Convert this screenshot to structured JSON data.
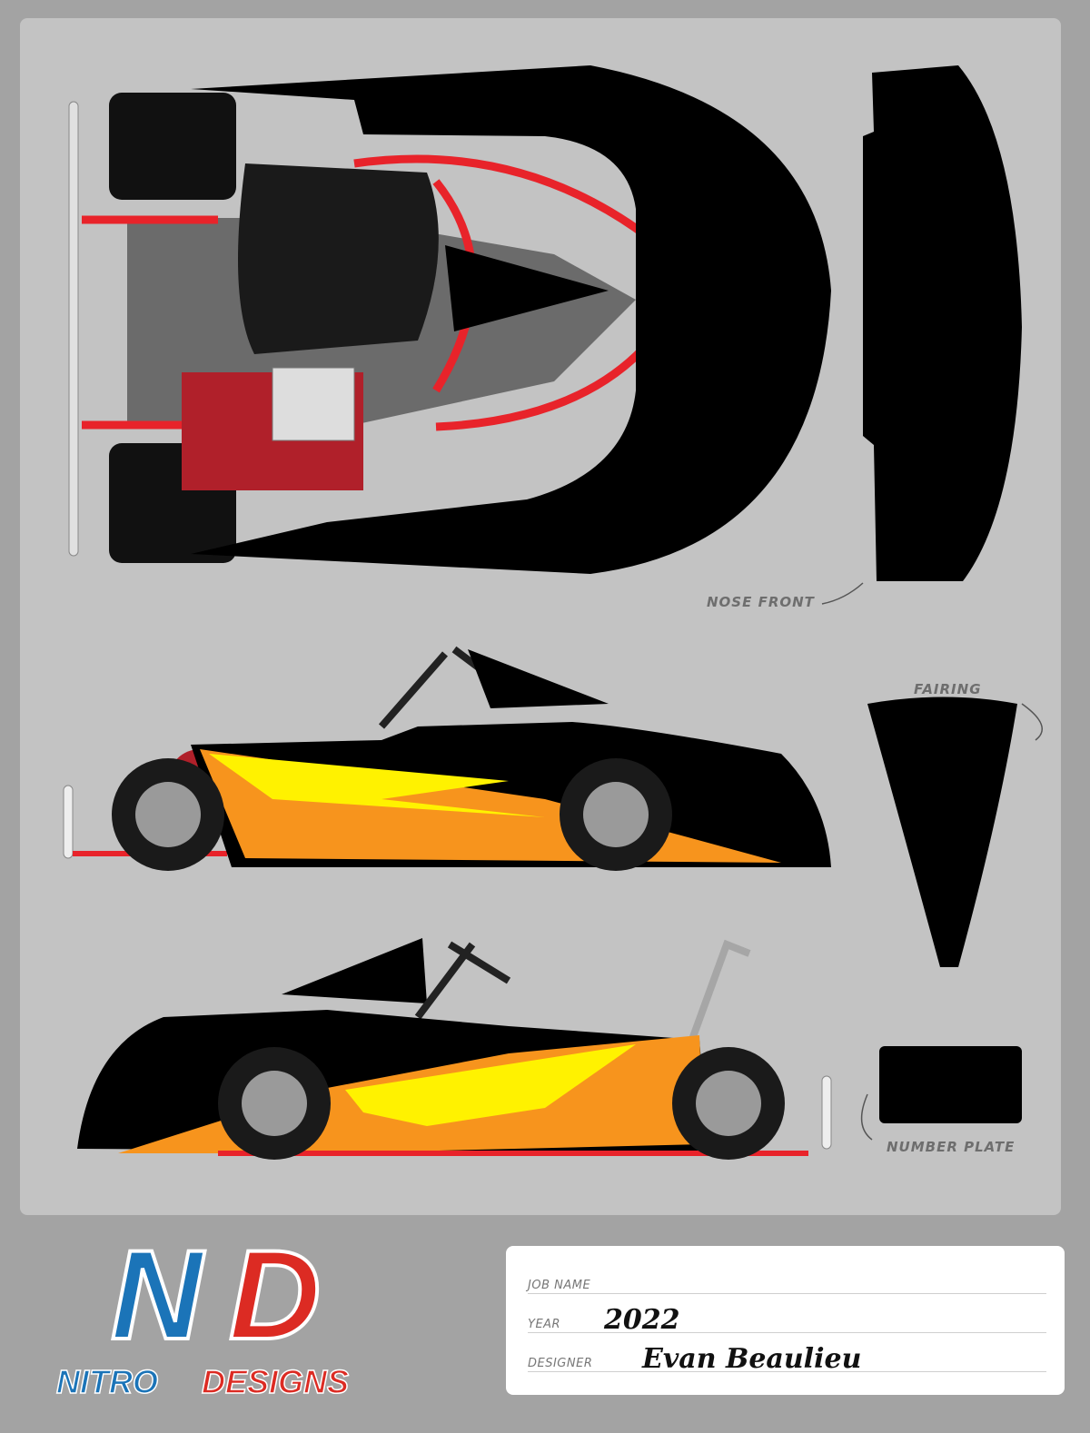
{
  "labels": {
    "nose_front": "NOSE FRONT",
    "fairing": "FAIRING",
    "number_plate": "NUMBER PLATE"
  },
  "form": {
    "job_name_label": "JOB NAME",
    "job_name_value": "",
    "year_label": "YEAR",
    "year_value": "2022",
    "designer_label": "DESIGNER",
    "designer_value": "Evan Beaulieu"
  },
  "logo": {
    "monogram_left": "N",
    "monogram_right": "D",
    "word_left": "NITRO",
    "word_right": "DESIGNS"
  },
  "colors": {
    "body": "#000000",
    "frame": "#e8232a",
    "flame_yellow": "#fff200",
    "flame_orange": "#f7941d",
    "logo_blue": "#1b74b8",
    "logo_red": "#dc2b23"
  }
}
